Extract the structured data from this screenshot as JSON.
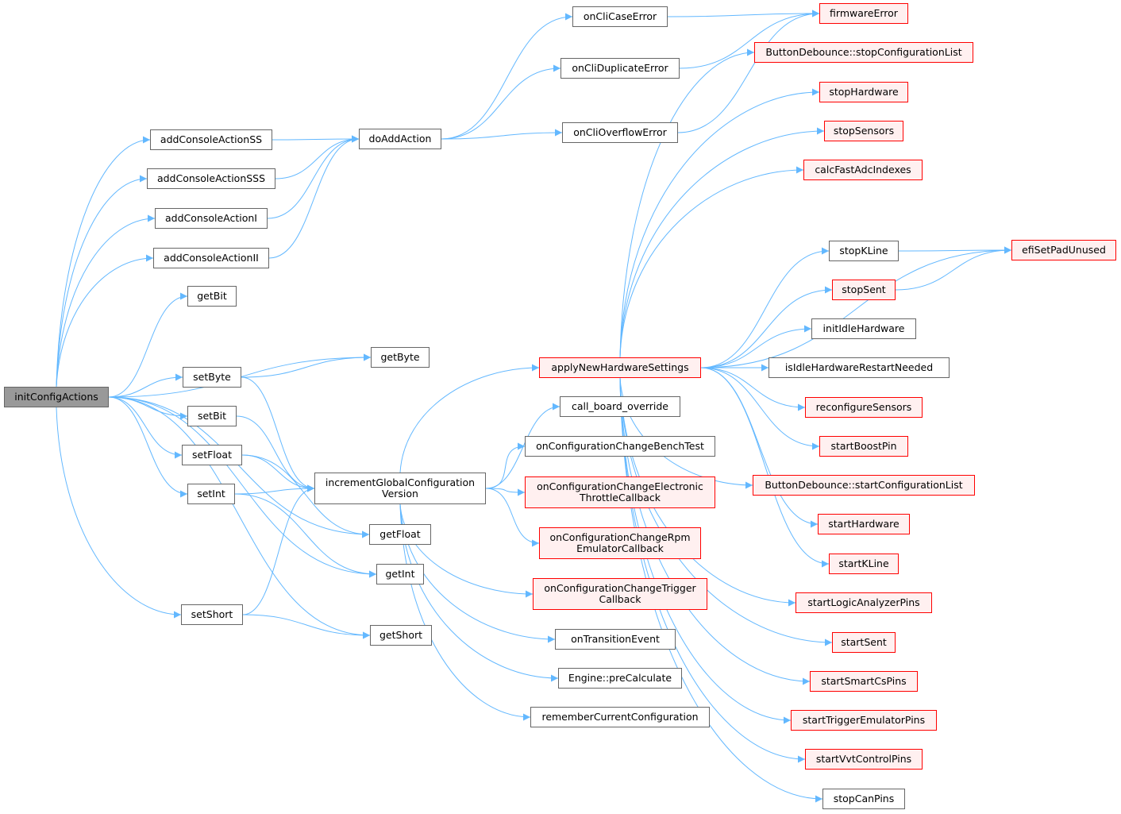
{
  "colors": {
    "edge": "#63b8ff",
    "border": "#666666",
    "red_border": "#ff0000",
    "red_fill": "#fff0f0",
    "root_fill": "#999999"
  },
  "nodes": {
    "initConfigActions": {
      "label": "initConfigActions",
      "style": "root"
    },
    "addConsoleActionSS": {
      "label": "addConsoleActionSS",
      "style": "normal"
    },
    "addConsoleActionSSS": {
      "label": "addConsoleActionSSS",
      "style": "normal"
    },
    "addConsoleActionI": {
      "label": "addConsoleActionI",
      "style": "normal"
    },
    "addConsoleActionII": {
      "label": "addConsoleActionII",
      "style": "normal"
    },
    "getBit": {
      "label": "getBit",
      "style": "normal"
    },
    "getByte": {
      "label": "getByte",
      "style": "normal"
    },
    "setByte": {
      "label": "setByte",
      "style": "normal"
    },
    "setBit": {
      "label": "setBit",
      "style": "normal"
    },
    "setFloat": {
      "label": "setFloat",
      "style": "normal"
    },
    "setInt": {
      "label": "setInt",
      "style": "normal"
    },
    "getFloat": {
      "label": "getFloat",
      "style": "normal"
    },
    "getInt": {
      "label": "getInt",
      "style": "normal"
    },
    "setShort": {
      "label": "setShort",
      "style": "normal"
    },
    "getShort": {
      "label": "getShort",
      "style": "normal"
    },
    "incrementGlobalConfigurationVersion": {
      "label": "incrementGlobalConfiguration\nVersion",
      "style": "normal"
    },
    "doAddAction": {
      "label": "doAddAction",
      "style": "normal"
    },
    "onCliCaseError": {
      "label": "onCliCaseError",
      "style": "normal"
    },
    "onCliDuplicateError": {
      "label": "onCliDuplicateError",
      "style": "normal"
    },
    "onCliOverflowError": {
      "label": "onCliOverflowError",
      "style": "normal"
    },
    "firmwareError": {
      "label": "firmwareError",
      "style": "red"
    },
    "stopConfigurationList": {
      "label": "ButtonDebounce::stopConfigurationList",
      "style": "red"
    },
    "stopHardware": {
      "label": "stopHardware",
      "style": "red"
    },
    "stopSensors": {
      "label": "stopSensors",
      "style": "red"
    },
    "calcFastAdcIndexes": {
      "label": "calcFastAdcIndexes",
      "style": "red"
    },
    "efiSetPadUnused": {
      "label": "efiSetPadUnused",
      "style": "red"
    },
    "stopKLine": {
      "label": "stopKLine",
      "style": "normal"
    },
    "stopSent": {
      "label": "stopSent",
      "style": "red"
    },
    "initIdleHardware": {
      "label": "initIdleHardware",
      "style": "normal"
    },
    "isIdleHardwareRestartNeeded": {
      "label": "isIdleHardwareRestartNeeded",
      "style": "normal"
    },
    "reconfigureSensors": {
      "label": "reconfigureSensors",
      "style": "red"
    },
    "startBoostPin": {
      "label": "startBoostPin",
      "style": "red"
    },
    "startConfigurationList": {
      "label": "ButtonDebounce::startConfigurationList",
      "style": "red"
    },
    "startHardware": {
      "label": "startHardware",
      "style": "red"
    },
    "startKLine": {
      "label": "startKLine",
      "style": "red"
    },
    "startLogicAnalyzerPins": {
      "label": "startLogicAnalyzerPins",
      "style": "red"
    },
    "startSent": {
      "label": "startSent",
      "style": "red"
    },
    "startSmartCsPins": {
      "label": "startSmartCsPins",
      "style": "red"
    },
    "startTriggerEmulatorPins": {
      "label": "startTriggerEmulatorPins",
      "style": "red"
    },
    "startVvtControlPins": {
      "label": "startVvtControlPins",
      "style": "red"
    },
    "stopCanPins": {
      "label": "stopCanPins",
      "style": "normal"
    },
    "applyNewHardwareSettings": {
      "label": "applyNewHardwareSettings",
      "style": "red"
    },
    "call_board_override": {
      "label": "call_board_override",
      "style": "normal"
    },
    "onConfigurationChangeBenchTest": {
      "label": "onConfigurationChangeBenchTest",
      "style": "normal"
    },
    "onConfigurationChangeElectronicThrottleCallback": {
      "label": "onConfigurationChangeElectronic\nThrottleCallback",
      "style": "red"
    },
    "onConfigurationChangeRpmEmulatorCallback": {
      "label": "onConfigurationChangeRpm\nEmulatorCallback",
      "style": "red"
    },
    "onConfigurationChangeTriggerCallback": {
      "label": "onConfigurationChangeTrigger\nCallback",
      "style": "red"
    },
    "onTransitionEvent": {
      "label": "onTransitionEvent",
      "style": "normal"
    },
    "preCalculate": {
      "label": "Engine::preCalculate",
      "style": "normal"
    },
    "rememberCurrentConfiguration": {
      "label": "rememberCurrentConfiguration",
      "style": "normal"
    }
  },
  "edges": [
    [
      "initConfigActions",
      "addConsoleActionSS"
    ],
    [
      "initConfigActions",
      "addConsoleActionSSS"
    ],
    [
      "initConfigActions",
      "addConsoleActionI"
    ],
    [
      "initConfigActions",
      "addConsoleActionII"
    ],
    [
      "initConfigActions",
      "getBit"
    ],
    [
      "initConfigActions",
      "getByte"
    ],
    [
      "initConfigActions",
      "setByte"
    ],
    [
      "initConfigActions",
      "setBit"
    ],
    [
      "initConfigActions",
      "setFloat"
    ],
    [
      "initConfigActions",
      "setInt"
    ],
    [
      "initConfigActions",
      "getFloat"
    ],
    [
      "initConfigActions",
      "getInt"
    ],
    [
      "initConfigActions",
      "setShort"
    ],
    [
      "initConfigActions",
      "getShort"
    ],
    [
      "addConsoleActionSS",
      "doAddAction"
    ],
    [
      "addConsoleActionSSS",
      "doAddAction"
    ],
    [
      "addConsoleActionI",
      "doAddAction"
    ],
    [
      "addConsoleActionII",
      "doAddAction"
    ],
    [
      "doAddAction",
      "onCliCaseError"
    ],
    [
      "doAddAction",
      "onCliDuplicateError"
    ],
    [
      "doAddAction",
      "onCliOverflowError"
    ],
    [
      "onCliCaseError",
      "firmwareError"
    ],
    [
      "onCliDuplicateError",
      "firmwareError"
    ],
    [
      "onCliOverflowError",
      "firmwareError"
    ],
    [
      "setByte",
      "getByte"
    ],
    [
      "setByte",
      "incrementGlobalConfigurationVersion"
    ],
    [
      "setBit",
      "incrementGlobalConfigurationVersion"
    ],
    [
      "setFloat",
      "incrementGlobalConfigurationVersion"
    ],
    [
      "setFloat",
      "getFloat"
    ],
    [
      "setInt",
      "incrementGlobalConfigurationVersion"
    ],
    [
      "setInt",
      "getInt"
    ],
    [
      "setShort",
      "incrementGlobalConfigurationVersion"
    ],
    [
      "setShort",
      "getShort"
    ],
    [
      "incrementGlobalConfigurationVersion",
      "applyNewHardwareSettings"
    ],
    [
      "incrementGlobalConfigurationVersion",
      "call_board_override"
    ],
    [
      "incrementGlobalConfigurationVersion",
      "onConfigurationChangeBenchTest"
    ],
    [
      "incrementGlobalConfigurationVersion",
      "onConfigurationChangeElectronicThrottleCallback"
    ],
    [
      "incrementGlobalConfigurationVersion",
      "onConfigurationChangeRpmEmulatorCallback"
    ],
    [
      "incrementGlobalConfigurationVersion",
      "onConfigurationChangeTriggerCallback"
    ],
    [
      "incrementGlobalConfigurationVersion",
      "onTransitionEvent"
    ],
    [
      "incrementGlobalConfigurationVersion",
      "preCalculate"
    ],
    [
      "incrementGlobalConfigurationVersion",
      "rememberCurrentConfiguration"
    ],
    [
      "applyNewHardwareSettings",
      "stopConfigurationList"
    ],
    [
      "applyNewHardwareSettings",
      "stopHardware"
    ],
    [
      "applyNewHardwareSettings",
      "stopSensors"
    ],
    [
      "applyNewHardwareSettings",
      "calcFastAdcIndexes"
    ],
    [
      "applyNewHardwareSettings",
      "efiSetPadUnused"
    ],
    [
      "applyNewHardwareSettings",
      "stopKLine"
    ],
    [
      "applyNewHardwareSettings",
      "stopSent"
    ],
    [
      "applyNewHardwareSettings",
      "initIdleHardware"
    ],
    [
      "applyNewHardwareSettings",
      "isIdleHardwareRestartNeeded"
    ],
    [
      "applyNewHardwareSettings",
      "reconfigureSensors"
    ],
    [
      "applyNewHardwareSettings",
      "startBoostPin"
    ],
    [
      "applyNewHardwareSettings",
      "startConfigurationList"
    ],
    [
      "applyNewHardwareSettings",
      "startHardware"
    ],
    [
      "applyNewHardwareSettings",
      "startKLine"
    ],
    [
      "applyNewHardwareSettings",
      "startLogicAnalyzerPins"
    ],
    [
      "applyNewHardwareSettings",
      "startSent"
    ],
    [
      "applyNewHardwareSettings",
      "startSmartCsPins"
    ],
    [
      "applyNewHardwareSettings",
      "startTriggerEmulatorPins"
    ],
    [
      "applyNewHardwareSettings",
      "startVvtControlPins"
    ],
    [
      "applyNewHardwareSettings",
      "stopCanPins"
    ],
    [
      "stopKLine",
      "efiSetPadUnused"
    ],
    [
      "stopSent",
      "efiSetPadUnused"
    ]
  ]
}
